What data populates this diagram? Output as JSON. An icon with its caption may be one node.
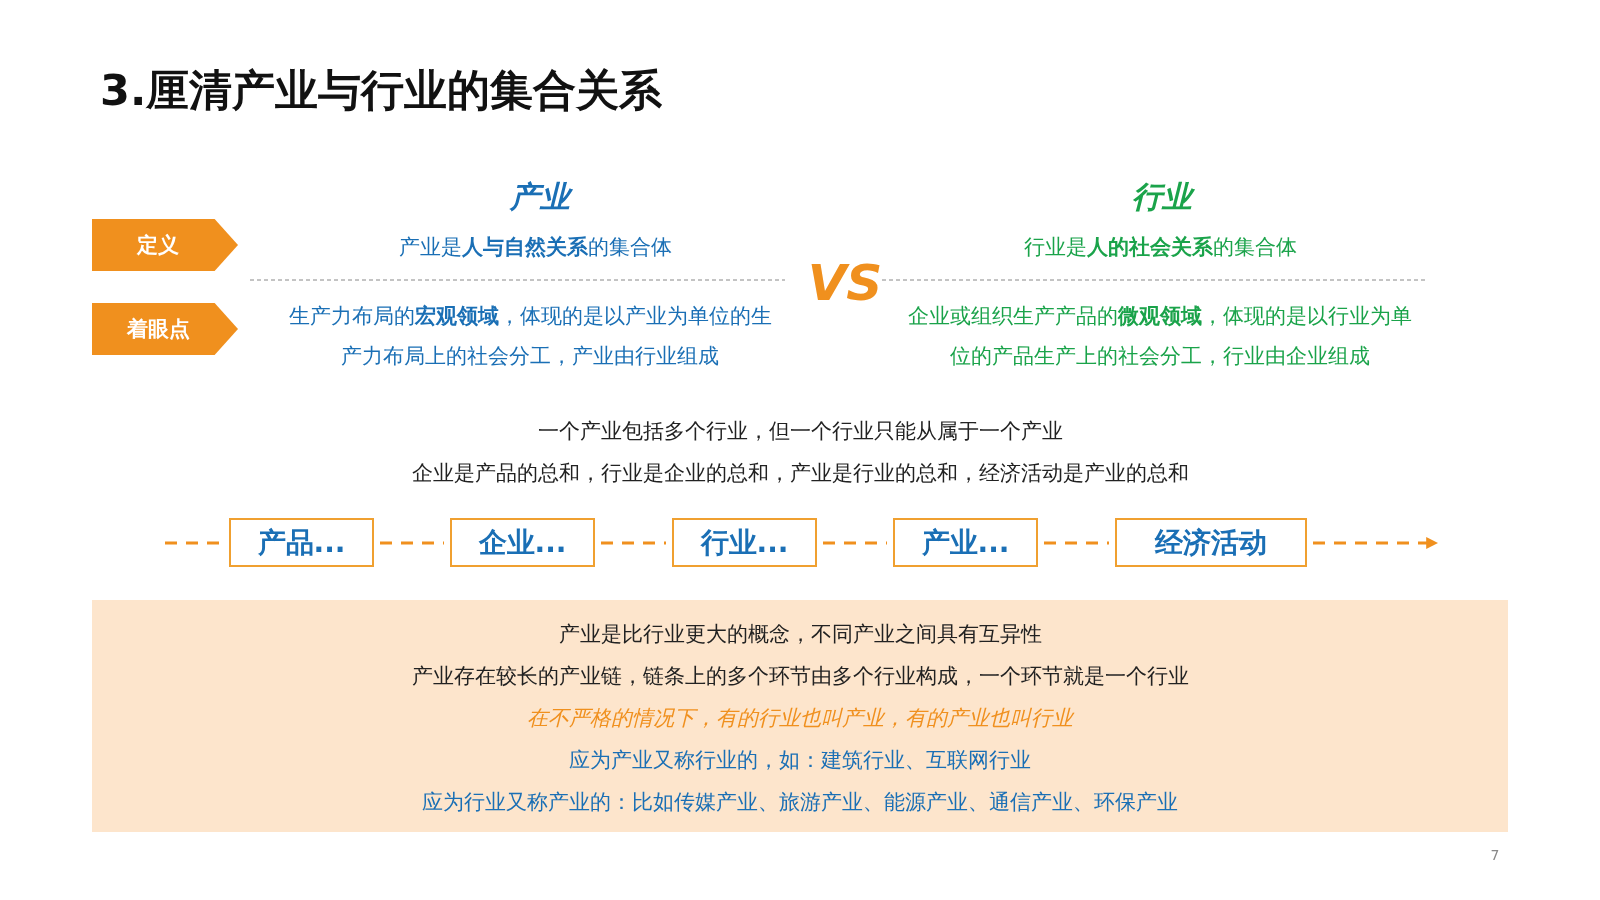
{
  "diagram": {
    "title": "3.厘清产业与行业的集合关系",
    "nodes": [
      {
        "text": [
          "定义"
        ]
      },
      {
        "text": [
          "着眼点"
        ]
      },
      {
        "text": [
          "产品..."
        ]
      },
      {
        "text": [
          "企业..."
        ]
      },
      {
        "text": [
          "行业..."
        ]
      },
      {
        "text": [
          "产业..."
        ]
      },
      {
        "text": [
          "经济活动"
        ]
      },
      {
        "text": [
          "产业是比行业更大的概念，不同产业之间具有互异性",
          "产业存在较长的产业链，链条上的多个环节由多个行业构成，一个环节就是一个行业",
          "在不严格的情况下，有的行业也叫产业，有的产业也叫行业",
          "应为产业又称行业的，如：建筑行业、互联网行业",
          "应为行业又称产业的：比如传媒产业、旅游产业、能源产业、通信产业、环保产业"
        ]
      }
    ],
    "edges": [
      {
        "from": null,
        "to": 2,
        "arrow": "none",
        "style": "dashed"
      },
      {
        "from": 2,
        "to": 3,
        "arrow": "none",
        "style": "dashed"
      },
      {
        "from": 3,
        "to": 4,
        "arrow": "none",
        "style": "dashed"
      },
      {
        "from": 4,
        "to": 5,
        "arrow": "none",
        "style": "dashed"
      },
      {
        "from": 5,
        "to": 6,
        "arrow": "none",
        "style": "dashed"
      },
      {
        "from": 6,
        "to": null,
        "arrow": "to",
        "style": "dashed"
      }
    ],
    "labels": [
      "产业",
      "行业",
      "产业是**人与自然关系**的集合体",
      "行业是**人的社会关系**的集合体",
      "VS",
      "生产力布局的**宏观领域**，体现的是以产业为单位的生产力布局上的社会分工，产业由行业组成",
      "企业或组织生产产品的**微观领域**，体现的是以行业为单位的产品生产上的社会分工，行业由企业组成",
      "一个产业包括多个行业，但一个行业只能从属于一个产业",
      "企业是产品的总和，行业是企业的总和，产业是行业的总和，经济活动是产业的总和",
      "7"
    ]
  }
}
